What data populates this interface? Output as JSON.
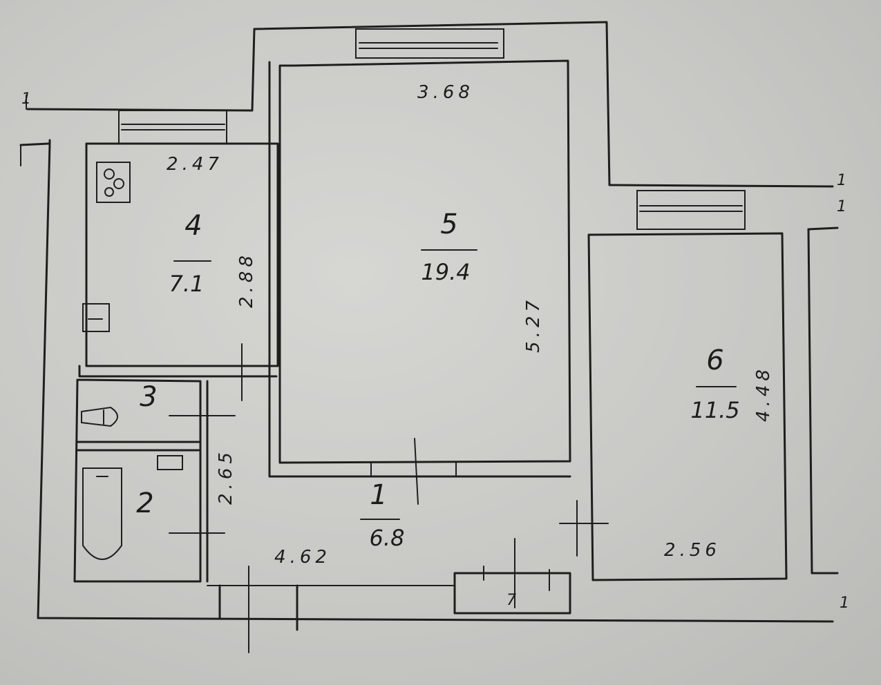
{
  "rooms": [
    {
      "number": "1",
      "area": "6.8"
    },
    {
      "number": "2",
      "area": ""
    },
    {
      "number": "3",
      "area": ""
    },
    {
      "number": "4",
      "area": "7.1"
    },
    {
      "number": "5",
      "area": "19.4"
    },
    {
      "number": "6",
      "area": "11.5"
    },
    {
      "number": "7",
      "area": ""
    }
  ],
  "dimensions": {
    "room5_width": "3.68",
    "room5_length": "5.27",
    "room4_width": "2.47",
    "room4_length": "2.88",
    "room6_width": "2.56",
    "room6_length": "4.48",
    "corridor_length": "4.62",
    "bath_length": "2.65"
  },
  "markers": [
    "1",
    "1",
    "1",
    "1"
  ]
}
